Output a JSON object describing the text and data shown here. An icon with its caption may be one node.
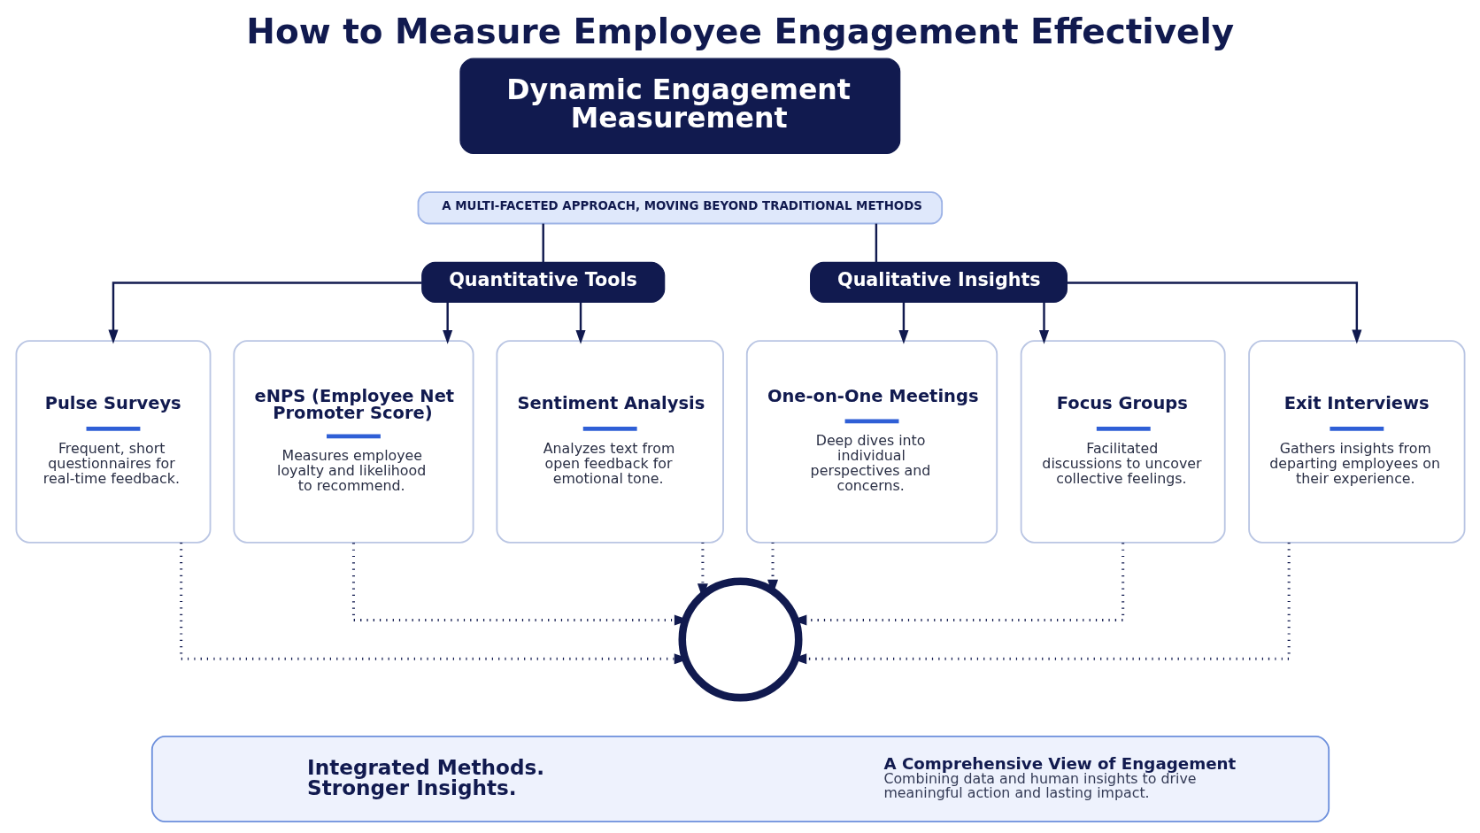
{
  "diagram": {
    "title": "How to Measure Employee Engagement Effectively",
    "nodes": [
      {
        "text": [
          "Dynamic Engagement Measurement"
        ]
      },
      {
        "text": [
          "A MULTI-FACETED APPROACH, MOVING BEYOND TRADITIONAL METHODS"
        ]
      },
      {
        "text": [
          "Quantitative Tools"
        ]
      },
      {
        "text": [
          "Qualitative Insights"
        ]
      },
      {
        "text": [
          "Pulse Surveys",
          "Frequent, short questionnaires for real-time feedback."
        ]
      },
      {
        "text": [
          "eNPS (Employee Net Promoter Score)",
          "Measures employee loyalty and likelihood to recommend."
        ]
      },
      {
        "text": [
          "Sentiment Analysis",
          "Analyzes text from open feedback for emotional tone."
        ]
      },
      {
        "text": [
          "One-on-One Meetings",
          "Deep dives into individual perspectives and concerns."
        ]
      },
      {
        "text": [
          "Focus Groups",
          "Facilitated discussions to uncover collective feelings."
        ]
      },
      {
        "text": [
          "Exit Interviews",
          "Gathers insights from departing employees on their experience."
        ]
      },
      {
        "text": [],
        "shape": "circle"
      },
      {
        "text": [
          "Integrated Methods. Stronger Insights.",
          "A Comprehensive View of Engagement",
          "Combining data and human insights to drive meaningful action and lasting impact."
        ]
      }
    ],
    "edges": [
      {
        "from": 1,
        "to": 2,
        "arrow": "none"
      },
      {
        "from": 1,
        "to": 3,
        "arrow": "none"
      },
      {
        "from": 2,
        "to": 4,
        "arrow": "to"
      },
      {
        "from": 2,
        "to": 5,
        "arrow": "to"
      },
      {
        "from": 2,
        "to": 6,
        "arrow": "to"
      },
      {
        "from": 3,
        "to": 7,
        "arrow": "to"
      },
      {
        "from": 3,
        "to": 8,
        "arrow": "to"
      },
      {
        "from": 3,
        "to": 9,
        "arrow": "to"
      },
      {
        "from": 4,
        "to": 10,
        "arrow": "to",
        "style": "dashed"
      },
      {
        "from": 5,
        "to": 10,
        "arrow": "to",
        "style": "dashed"
      },
      {
        "from": 6,
        "to": 10,
        "arrow": "to",
        "style": "dashed"
      },
      {
        "from": 7,
        "to": 10,
        "arrow": "to",
        "style": "dashed"
      },
      {
        "from": 8,
        "to": 10,
        "arrow": "to",
        "style": "dashed"
      },
      {
        "from": 9,
        "to": 10,
        "arrow": "to",
        "style": "dashed"
      }
    ]
  }
}
